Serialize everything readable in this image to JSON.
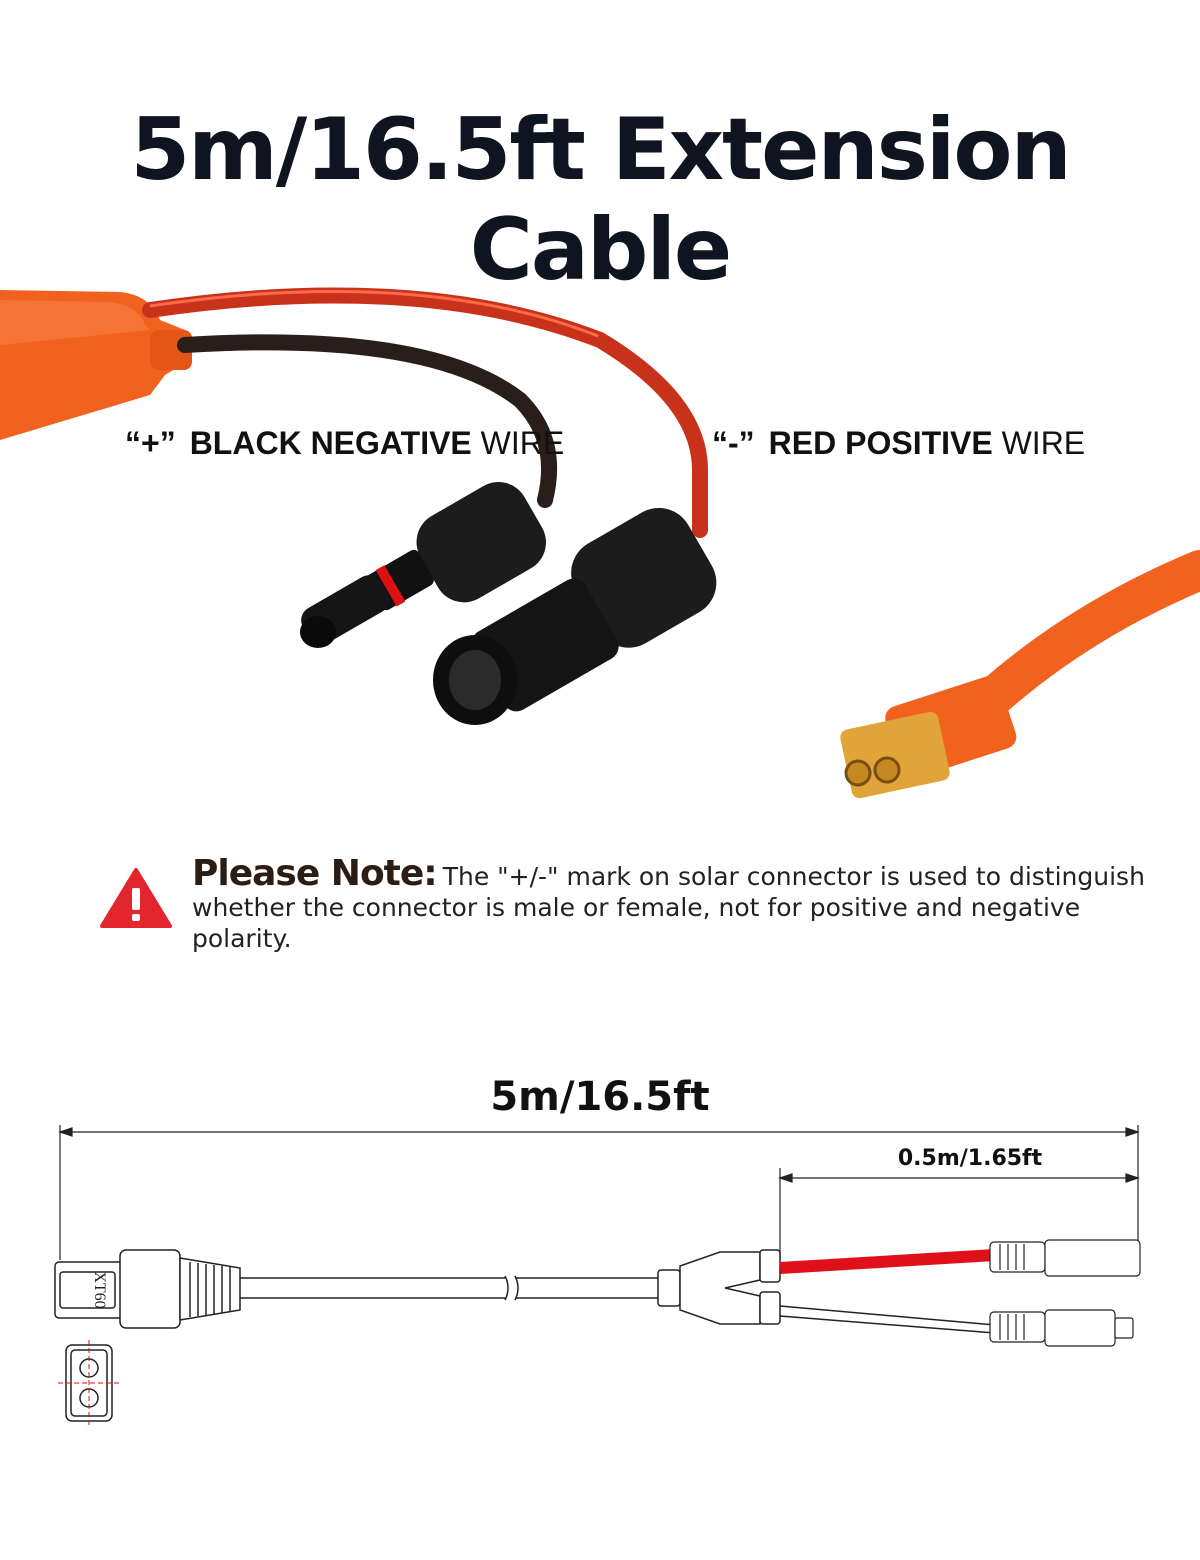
{
  "title": "5m/16.5ft Extension Cable",
  "labels": {
    "black_quote": "“+”",
    "black_bold": "BLACK NEGATIVE",
    "black_rest": " WIRE",
    "red_quote": "“-”",
    "red_bold": "RED POSITIVE",
    "red_rest": " WIRE"
  },
  "note": {
    "heading": "Please Note:",
    "line1": "The \"+/-\" mark on solar connector is used to distinguish",
    "line2": "whether the connector is male or female, not for positive and negative polarity."
  },
  "dimensions": {
    "total": "5m/16.5ft",
    "branch": "0.5m/1.65ft"
  },
  "connector_mark": "XT60",
  "colors": {
    "orange": "#f2621f",
    "red_wire": "#e0301e",
    "black": "#1a1a1a",
    "warning": "#e3262d"
  }
}
